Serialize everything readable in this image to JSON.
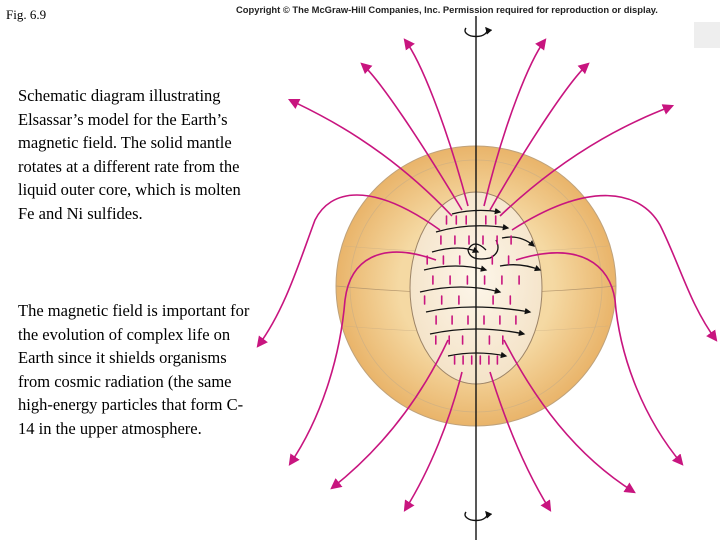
{
  "header": {
    "figure_label": "Fig. 6.9",
    "copyright": "Copyright © The McGraw-Hill Companies, Inc. Permission required for reproduction or display."
  },
  "text": {
    "paragraph_1": "Schematic diagram illustrating Elsassar’s model for the Earth’s magnetic field. The solid mantle rotates at a different rate from the liquid outer core, which is molten Fe and Ni sulfides.",
    "paragraph_2": "The magnetic field is important for the evolution of complex life on Earth since it shields organisms from cosmic radiation (the same high-energy particles that form C-14 in the upper atmosphere."
  },
  "diagram": {
    "field_line_color": "#c8157f",
    "mantle_color": "#f5d9a3",
    "mantle_dark_color": "#e9b46a",
    "core_color": "#f4e3c8",
    "flow_arrow_color": "#111111",
    "core_mark_color": "#c8157f",
    "icons": [
      "rotation-arrow-top-icon",
      "rotation-arrow-bottom-icon"
    ]
  }
}
